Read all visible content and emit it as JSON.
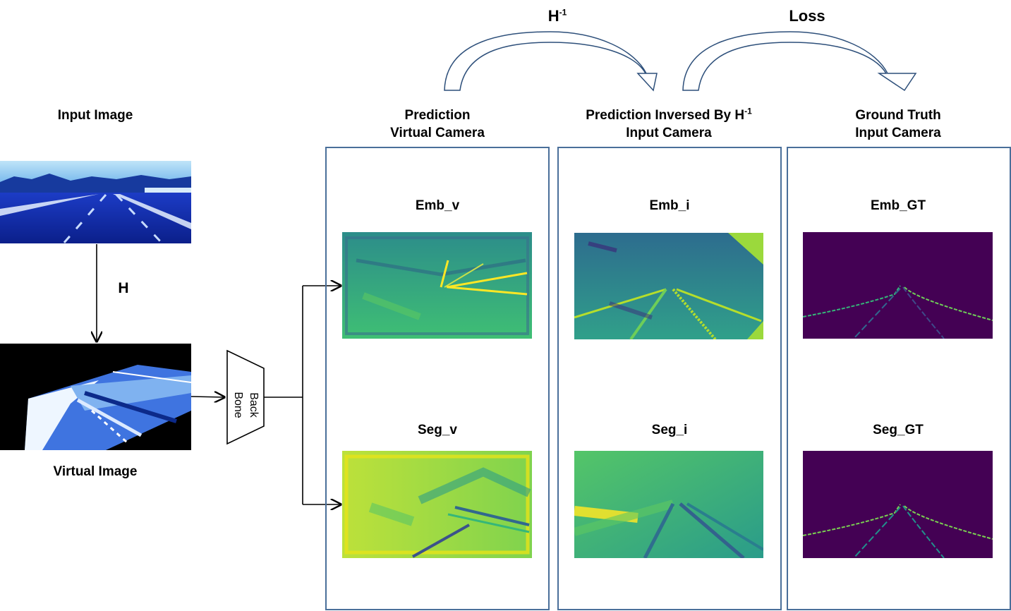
{
  "input_image": {
    "caption": "Input Image"
  },
  "virtual_image": {
    "caption": "Virtual Image"
  },
  "homography": {
    "label": "H"
  },
  "backbone": {
    "line1": "Back",
    "line2": "Bone"
  },
  "top_arrows": {
    "inverse": {
      "base": "H",
      "sup": "-1"
    },
    "loss": "Loss"
  },
  "columns": {
    "prediction_virtual": {
      "title1": "Prediction",
      "title2": "Virtual Camera",
      "emb_label": "Emb_v",
      "seg_label": "Seg_v"
    },
    "prediction_inversed": {
      "title1_base": "Prediction Inversed By H",
      "title1_sup": "-1",
      "title2": "Input Camera",
      "emb_label": "Emb_i",
      "seg_label": "Seg_i"
    },
    "ground_truth": {
      "title1": "Ground Truth",
      "title2": "Input Camera",
      "emb_label": "Emb_GT",
      "seg_label": "Seg_GT"
    }
  },
  "colors": {
    "panel_border": "#4a6f9a",
    "viridis_dark": "#440154",
    "viridis_mid": "#21918c",
    "viridis_light": "#fde725"
  }
}
